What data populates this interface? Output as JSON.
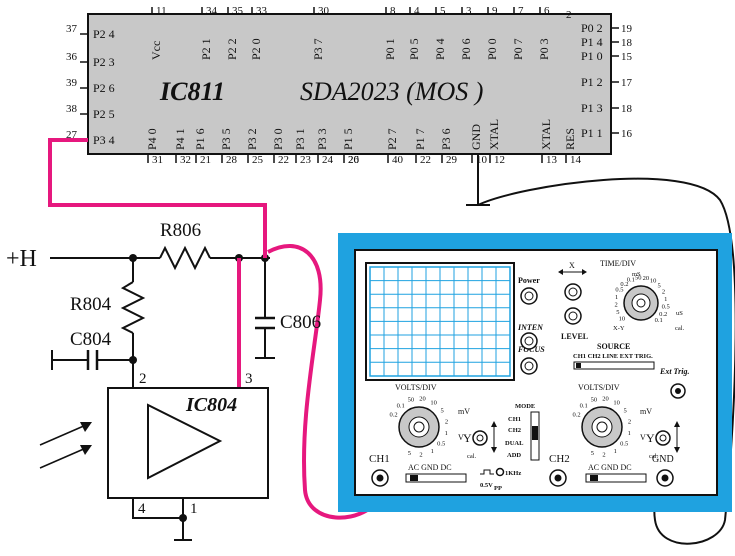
{
  "ic811": {
    "name": "IC811",
    "model": "SDA2023 (MOS )",
    "top_pins": [
      {
        "num": "11",
        "label": "Vcc"
      },
      {
        "num": "34",
        "label": "P2 1"
      },
      {
        "num": "35",
        "label": "P2 2"
      },
      {
        "num": "33",
        "label": "P2 0"
      },
      {
        "num": "30",
        "label": "P3 7"
      },
      {
        "num": "8",
        "label": "P0 1"
      },
      {
        "num": "4",
        "label": "P0 5"
      },
      {
        "num": "5",
        "label": "P0 4"
      },
      {
        "num": "3",
        "label": "P0 6"
      },
      {
        "num": "9",
        "label": "P0 0"
      },
      {
        "num": "7",
        "label": "P0 7"
      },
      {
        "num": "6",
        "label": "P0 3"
      }
    ],
    "top_right_pin": {
      "num": "2",
      "label": "P0 2"
    },
    "bottom_pins": [
      {
        "num": "31",
        "label": "P4 0"
      },
      {
        "num": "32",
        "label": "P4 1"
      },
      {
        "num": "21",
        "label": "P1 6"
      },
      {
        "num": "28",
        "label": "P3 5"
      },
      {
        "num": "25",
        "label": "P3 2"
      },
      {
        "num": "22",
        "label": "P3 0"
      },
      {
        "num": "23",
        "label": "P3 1"
      },
      {
        "num": "24",
        "label": "P3 3"
      },
      {
        "num": "26",
        "label": "P1 5"
      },
      {
        "num": "20",
        "label": ""
      },
      {
        "num": "40",
        "label": "P2 7"
      },
      {
        "num": "22",
        "label": "P1 7"
      },
      {
        "num": "29",
        "label": "P3 6"
      },
      {
        "num": "10",
        "label": "GND"
      },
      {
        "num": "12",
        "label": "XTAL"
      },
      {
        "num": "13",
        "label": "XTAL"
      },
      {
        "num": "14",
        "label": "RES"
      }
    ],
    "left_pins": [
      {
        "num": "37",
        "label": "P2 4"
      },
      {
        "num": "36",
        "label": "P2 3"
      },
      {
        "num": "39",
        "label": "P2 6"
      },
      {
        "num": "38",
        "label": "P2 5"
      },
      {
        "num": "27",
        "label": "P3 4"
      }
    ],
    "right_pins": [
      {
        "num": "19",
        "label": "P0 2"
      },
      {
        "num": "18",
        "label": "P1 4"
      },
      {
        "num": "15",
        "label": "P1 0"
      },
      {
        "num": "17",
        "label": "P1 2"
      },
      {
        "num": "18",
        "label": "P1 3"
      },
      {
        "num": "16",
        "label": "P1 1"
      }
    ]
  },
  "circuit": {
    "supply": "+H",
    "r806": "R806",
    "r804": "R804",
    "c804": "C804",
    "c806": "C806",
    "ic804": "IC804",
    "ic804_pins": [
      "2",
      "3",
      "4",
      "1"
    ]
  },
  "oscilloscope": {
    "power": "Power",
    "inten": "INTEN",
    "focus": "FOCUS",
    "level": "LEVEL",
    "x_sym": "X",
    "time_div": "TIME/DIV",
    "time_units": "mS",
    "source": "SOURCE",
    "source_opts": "CH1  CH2  LINE   EXT TRIG.",
    "ext_trig": "Ext Trig.",
    "volts_div": "VOLTS/DIV",
    "mv": "mV",
    "v": "V",
    "cal": "cal.",
    "y": "Y",
    "mode": "MODE",
    "mode_opts": [
      "CH1",
      "CH2",
      "DUAL",
      "ADD"
    ],
    "ch1": "CH1",
    "ch2": "CH2",
    "gnd": "GND",
    "coupling": "AC  GND  DC",
    "cal_freq": "1KHz",
    "cal_amp": "0.5V",
    "cal_amp_sub": "PP",
    "volts_scale": [
      "0.2",
      "0.1",
      "50",
      "20",
      "10",
      "5",
      "2",
      "1",
      "0.5",
      "1",
      "2",
      "5"
    ],
    "time_scale": [
      "10",
      "5",
      "2",
      "1",
      "0.5",
      "0.2",
      "0.1",
      "50",
      "20",
      "10",
      "5",
      "2",
      "1",
      "0.5",
      "0.2",
      "0.1"
    ],
    "xy": "X-Y",
    "us": "uS"
  }
}
